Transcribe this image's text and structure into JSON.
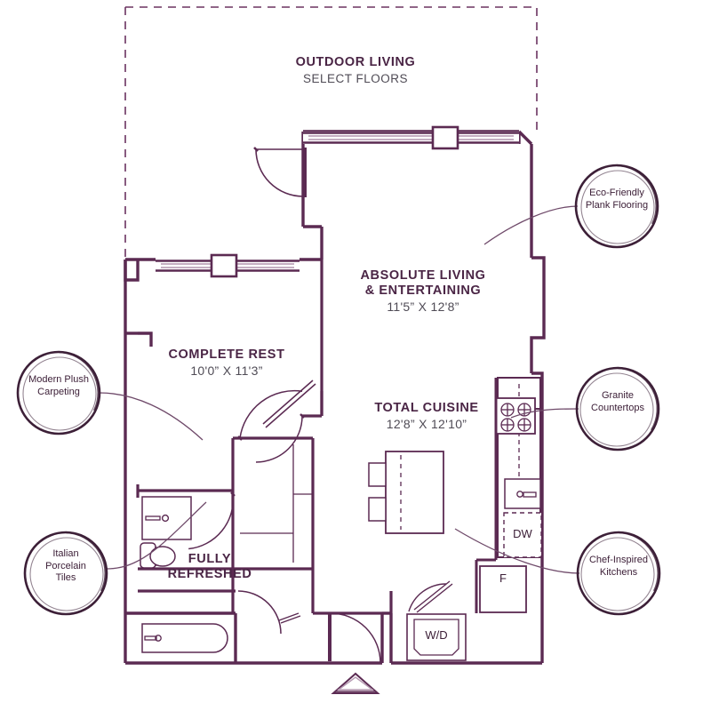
{
  "plan": {
    "title_color": "#4a2545",
    "wall_color": "#5b2a52",
    "thin_color": "#8b5f86",
    "badge_ring_color": "#3d2038",
    "outdoor": {
      "name": "OUTDOOR LIVING",
      "note": "SELECT FLOORS"
    },
    "rooms": [
      {
        "key": "living",
        "name": "ABSOLUTE LIVING",
        "name2": "& ENTERTAINING",
        "dims": "11'5” X 12'8”"
      },
      {
        "key": "bedroom",
        "name": "COMPLETE REST",
        "dims": "10'0” X 11'3”"
      },
      {
        "key": "kitchen",
        "name": "TOTAL CUISINE",
        "dims": "12'8” X 12'10”"
      },
      {
        "key": "bath",
        "name": "FULLY",
        "name2": "REFRESHED",
        "dims": ""
      }
    ],
    "appliances": [
      {
        "key": "dishwasher",
        "label": "DW"
      },
      {
        "key": "fridge",
        "label": "F"
      },
      {
        "key": "washer-dryer",
        "label": "W/D"
      }
    ],
    "badges": [
      {
        "key": "eco-flooring",
        "lines": [
          "Eco-Friendly",
          "Plank Flooring"
        ]
      },
      {
        "key": "granite-countertops",
        "lines": [
          "Granite",
          "Countertops"
        ]
      },
      {
        "key": "chef-kitchens",
        "lines": [
          "Chef-Inspired",
          "Kitchens"
        ]
      },
      {
        "key": "plush-carpeting",
        "lines": [
          "Modern Plush",
          "Carpeting"
        ]
      },
      {
        "key": "porcelain-tiles",
        "lines": [
          "Italian",
          "Porcelain",
          "Tiles"
        ]
      }
    ]
  }
}
